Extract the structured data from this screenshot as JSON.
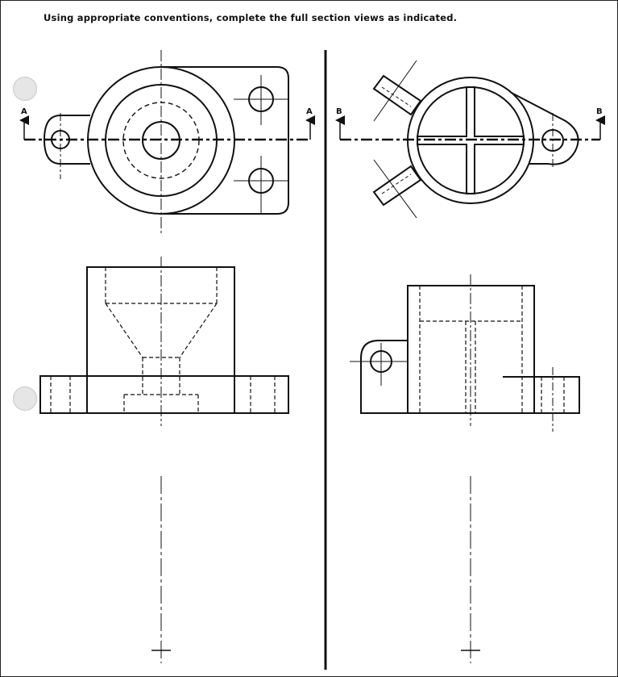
{
  "instruction": "Using appropriate conventions, complete the full section views as indicated.",
  "section_a": {
    "left_label": "A",
    "right_label": "A"
  },
  "section_b": {
    "left_label": "B",
    "right_label": "B"
  },
  "colors": {
    "line": "#111111",
    "paper": "#ffffff",
    "punch_hole": "#e6e6e6"
  }
}
